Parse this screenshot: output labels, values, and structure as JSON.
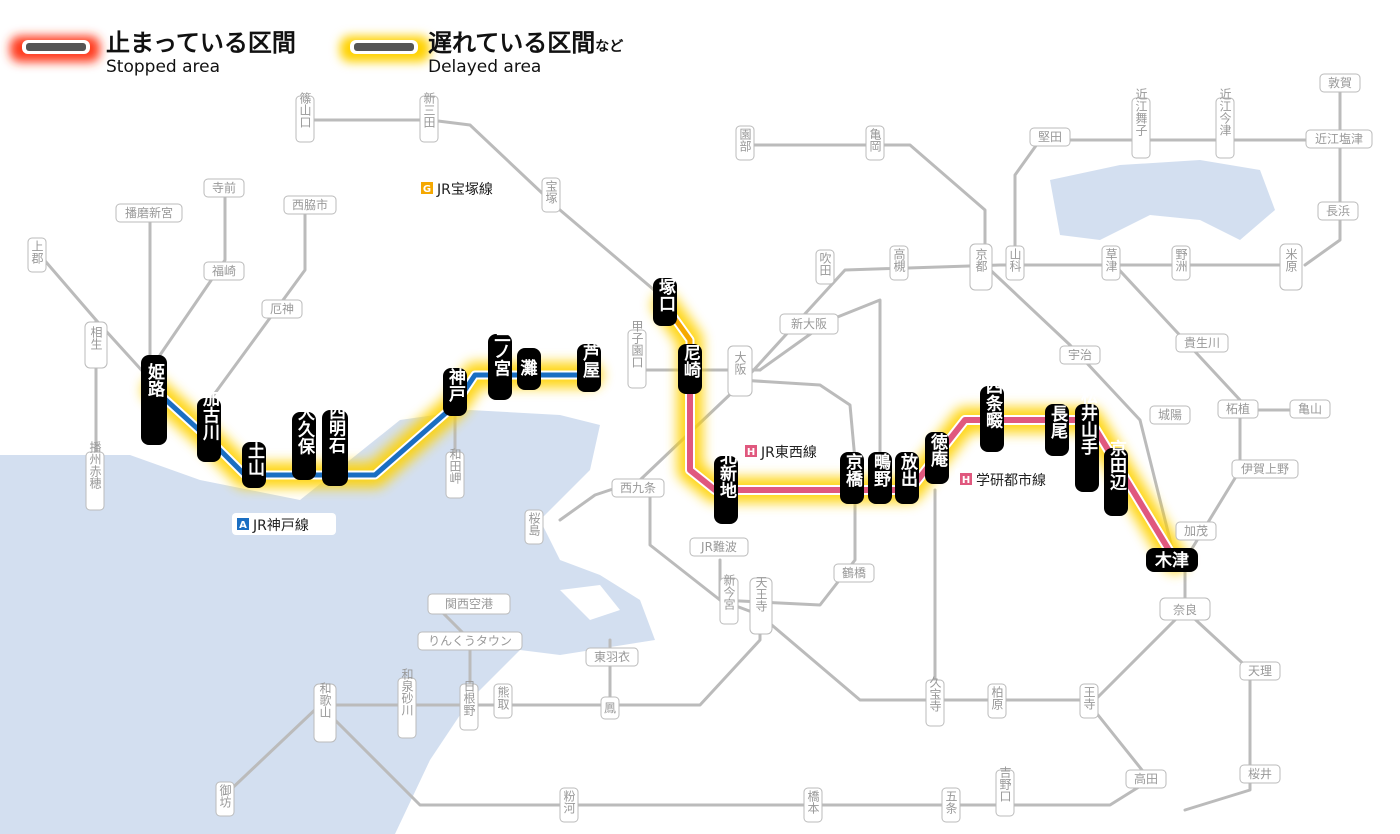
{
  "legend": {
    "stopped": {
      "jp": "止まっている区間",
      "en": "Stopped area"
    },
    "delayed": {
      "jp": "遅れている区間",
      "suffix": "など",
      "en": "Delayed area"
    }
  },
  "line_labels": {
    "kobe": {
      "letter": "A",
      "name": "JR神戸線"
    },
    "takarazuka": {
      "letter": "G",
      "name": "JR宝塚線"
    },
    "tozai": {
      "letter": "H",
      "name": "JR東西線"
    },
    "gakkentoshi": {
      "letter": "H",
      "name": "学研都市線"
    }
  },
  "stations": {
    "himeji": "姫路",
    "kakogawa": "加古川",
    "tsuchiyama": "土山",
    "okubo": "大久保",
    "nishiakashi": "西明石",
    "kobe": "神戸",
    "sannomiya": "三ノ宮",
    "nada": "灘",
    "ashiya": "芦屋",
    "tsukaguchi": "塚口",
    "amagasaki": "尼崎",
    "osaka": "大阪",
    "kitashinchi": "北新地",
    "kyobashi": "京橋",
    "shigino": "鴫野",
    "hanaten": "放出",
    "tokuan": "徳庵",
    "shijonawate": "四条畷",
    "nagao": "長尾",
    "matsuiyamate": "松井山手",
    "kyotanabe": "京田辺",
    "kizu": "木津",
    "kamigori": "上郡",
    "aioi": "相生",
    "harimashingu": "播磨新宮",
    "teramae": "寺前",
    "fukusaki": "福崎",
    "nishiwakishi": "西脇市",
    "yashiro": "厄神",
    "banshuako": "播州赤穂",
    "sasayamaguchi": "篠山口",
    "shinsanda": "新三田",
    "takarazuka": "宝塚",
    "koshienguchi": "甲子園口",
    "wadamisaki": "和田岬",
    "nishikujo": "西九条",
    "sakurajima": "桜島",
    "shinosaka": "新大阪",
    "suita": "吹田",
    "takatsuki": "高槻",
    "sonobe": "園部",
    "kameoka": "亀岡",
    "kyoto": "京都",
    "yamashina": "山科",
    "katata": "堅田",
    "omimaiko": "近江舞子",
    "omiimazu": "近江今津",
    "tsuruga": "敦賀",
    "omishiotsu": "近江塩津",
    "nagahama": "長浜",
    "kusatsu": "草津",
    "yasu": "野洲",
    "maibara": "米原",
    "uji": "宇治",
    "jojo": "城陽",
    "tsuge": "柘植",
    "kameyama": "亀山",
    "kibukawa": "貴生川",
    "igaueno": "伊賀上野",
    "kamo": "加茂",
    "nara": "奈良",
    "tenri": "天理",
    "sakurai": "桜井",
    "oji": "王寺",
    "takada": "高田",
    "kashihara": "柏原",
    "kyuhoji": "久宝寺",
    "tsuruhashi": "鶴橋",
    "tennoji": "天王寺",
    "shinimamiya": "新今宮",
    "jrnamba": "JR難波",
    "kansaikuko": "関西空港",
    "rinkutown": "りんくうタウン",
    "hineno": "日根野",
    "kumatori": "熊取",
    "izumisunagawa": "和泉砂川",
    "wakayama": "和歌山",
    "higashihagoromo": "東羽衣",
    "otori": "鳳",
    "gobo": "御坊",
    "kokawa": "粉河",
    "hashimoto": "橋本",
    "gojo": "五条",
    "yoshinoguchi": "吉野口"
  },
  "colors": {
    "stopped_line": "#e0587e",
    "delayed_glow": "#ffd200",
    "kobe_line": "#1a6ec2",
    "takarazuka_line": "#f5a800",
    "gray_line": "#bbbbbb",
    "sea": "#d3dff0",
    "station_bg": "#000000"
  }
}
